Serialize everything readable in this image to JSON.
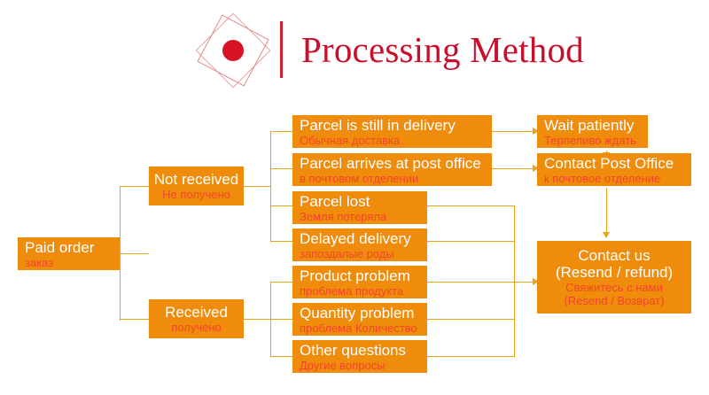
{
  "header": {
    "title": "Processing Method",
    "logo_icon": "diamond-square-logo-icon",
    "divider_color": "#cf1f30",
    "title_color": "#c8102e"
  },
  "theme": {
    "box_fill": "#ef8c0b",
    "english_text": "#ffffff",
    "russian_text": "#f4442e",
    "connector": "#e8a317",
    "background": "#ffffff"
  },
  "flowchart": {
    "type": "flowchart",
    "nodes": [
      {
        "id": "paid_order",
        "en": "Paid order",
        "ru": "заказ"
      },
      {
        "id": "not_received",
        "en": "Not received",
        "ru": "Не получено"
      },
      {
        "id": "received",
        "en": "Received",
        "ru": "получено"
      },
      {
        "id": "in_delivery",
        "en": "Parcel is still in delivery",
        "ru": "Обычная доставка"
      },
      {
        "id": "at_post_office",
        "en": "Parcel arrives at post office",
        "ru": "в почтовом отделении"
      },
      {
        "id": "parcel_lost",
        "en": "Parcel lost",
        "ru": "Земля потеряла"
      },
      {
        "id": "delayed",
        "en": "Delayed delivery",
        "ru": "запоздалые роды"
      },
      {
        "id": "product_problem",
        "en": "Product problem",
        "ru": "проблема продукта"
      },
      {
        "id": "quantity_problem",
        "en": "Quantity problem",
        "ru": "проблема Количество"
      },
      {
        "id": "other_questions",
        "en": "Other questions",
        "ru": "Другие вопросы"
      },
      {
        "id": "wait_patiently",
        "en": "Wait patiently",
        "ru": "Терпеливо ждать"
      },
      {
        "id": "contact_post",
        "en": "Contact Post Office",
        "ru": "к почтовое отделение"
      },
      {
        "id": "contact_us",
        "en_line1": "Contact us",
        "en_line2": "(Resend / refund)",
        "ru_line1": "Свяжитесь с нами",
        "ru_line2": "(Resend / Возврат)"
      }
    ],
    "edges": [
      {
        "from": "paid_order",
        "to": "not_received"
      },
      {
        "from": "paid_order",
        "to": "received"
      },
      {
        "from": "not_received",
        "to": "in_delivery"
      },
      {
        "from": "not_received",
        "to": "at_post_office"
      },
      {
        "from": "not_received",
        "to": "parcel_lost"
      },
      {
        "from": "not_received",
        "to": "delayed"
      },
      {
        "from": "received",
        "to": "product_problem"
      },
      {
        "from": "received",
        "to": "quantity_problem"
      },
      {
        "from": "received",
        "to": "other_questions"
      },
      {
        "from": "in_delivery",
        "to": "wait_patiently"
      },
      {
        "from": "at_post_office",
        "to": "contact_post"
      },
      {
        "from": "wait_patiently",
        "to": "contact_post"
      },
      {
        "from": "contact_post",
        "to": "contact_us"
      },
      {
        "from": "parcel_lost",
        "to": "contact_us"
      },
      {
        "from": "delayed",
        "to": "contact_us"
      },
      {
        "from": "product_problem",
        "to": "contact_us"
      },
      {
        "from": "quantity_problem",
        "to": "contact_us"
      },
      {
        "from": "other_questions",
        "to": "contact_us"
      }
    ]
  }
}
